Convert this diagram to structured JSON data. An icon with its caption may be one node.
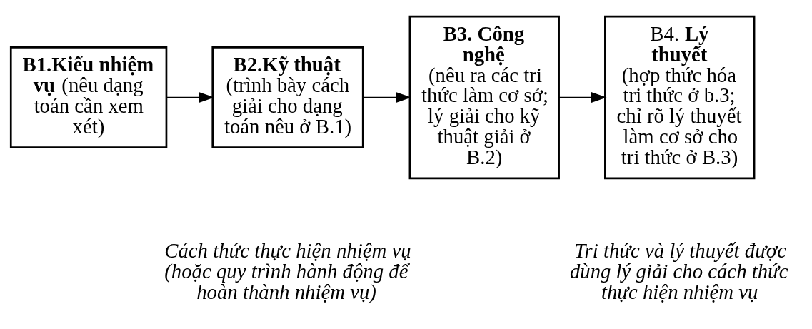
{
  "diagram": {
    "nodes": [
      {
        "text": [
          "**B1.Kiểu nhiệm vụ** (nêu dạng toán cần xem xét)"
        ]
      },
      {
        "text": [
          "**B2.Kỹ thuật**",
          "(trình bày cách giải cho dạng toán nêu ở B.1)"
        ]
      },
      {
        "text": [
          "**B3. Công nghệ**",
          "(nêu ra các tri thức làm cơ sở; lý giải cho kỹ thuật giải ở B.2)"
        ]
      },
      {
        "text": [
          "B4. **Lý thuyết**",
          "(hợp thức hóa tri thức ở b.3; chỉ rõ lý thuyết làm cơ sở cho tri thức ở B.3)"
        ]
      }
    ],
    "edges": [
      {
        "from": 0,
        "to": 1,
        "arrow": "to"
      },
      {
        "from": 1,
        "to": 2,
        "arrow": "to"
      },
      {
        "from": 2,
        "to": 3,
        "arrow": "to"
      }
    ],
    "labels": [
      "Cách thức thực hiện nhiệm vụ (hoặc quy trình hành động để hoàn thành nhiệm vụ)",
      "Tri thức và lý thuyết được dùng lý giải cho cách thức thực hiện nhiệm vụ"
    ]
  }
}
